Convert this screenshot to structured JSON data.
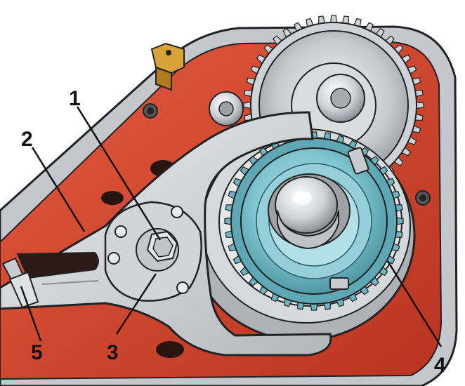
{
  "callouts": [
    {
      "id": "1",
      "text": "1"
    },
    {
      "id": "2",
      "text": "2"
    },
    {
      "id": "3",
      "text": "3"
    },
    {
      "id": "4",
      "text": "4"
    },
    {
      "id": "5",
      "text": "5"
    }
  ],
  "colors": {
    "housing_red": "#d8452f",
    "housing_red_dark": "#a8301f",
    "metal_light": "#dfe1e4",
    "metal_mid": "#b9bcc1",
    "metal_dark": "#7d8186",
    "outline": "#222222",
    "pulley_teal": "#7fc3cf",
    "pulley_teal_dark": "#4e98a6",
    "brass": "#d9a23a"
  }
}
